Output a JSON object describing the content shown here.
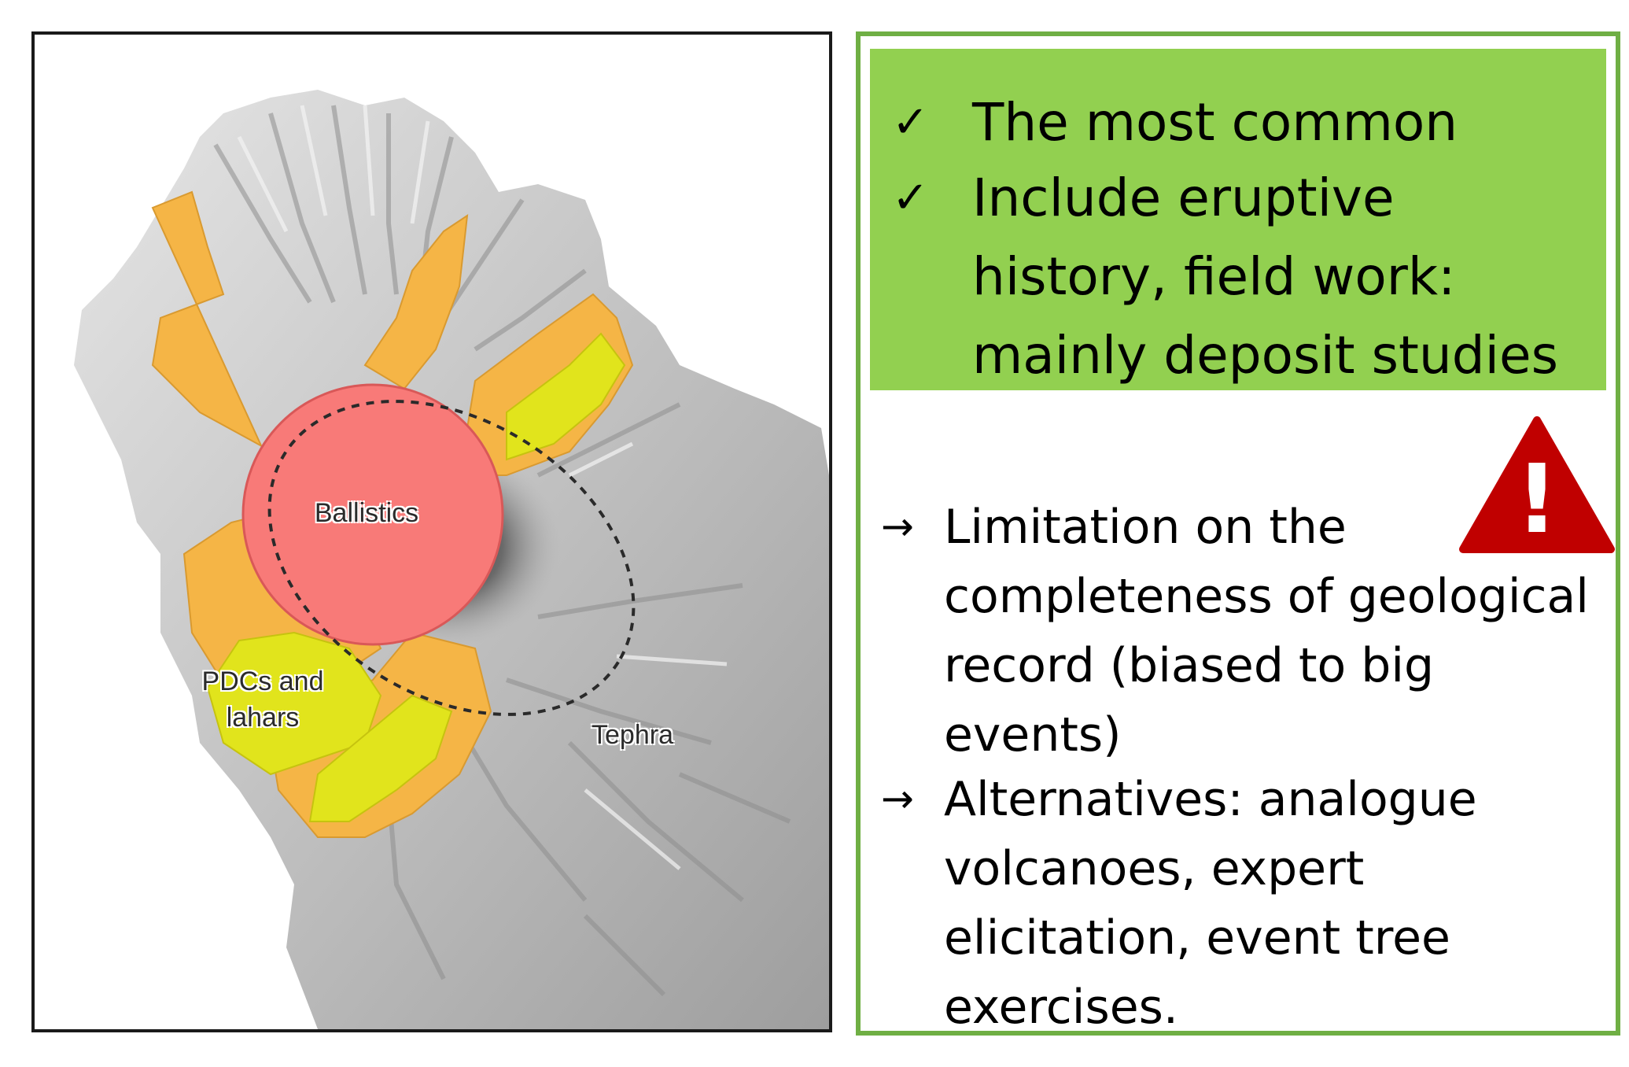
{
  "map": {
    "labels": {
      "ballistics": "Ballistics",
      "pdcs_line1": "PDCs and",
      "pdcs_line2": "lahars",
      "tephra": "Tephra"
    },
    "colors": {
      "ballistics_fill": "#f87a78",
      "pdc_orange": "#f5b546",
      "lahar_yellow": "#e1e41c",
      "terrain": "#c4c4c4"
    }
  },
  "panel": {
    "checklist": [
      {
        "icon": "check-icon",
        "mark": "✓",
        "lines": [
          "The most common"
        ]
      },
      {
        "icon": "check-icon",
        "mark": "✓",
        "lines": [
          "Include eruptive",
          "history, field work:",
          "mainly deposit studies"
        ]
      }
    ],
    "arrows": [
      {
        "icon": "arrow-right-icon",
        "mark": "→",
        "lines": [
          "Limitation on the",
          "completeness of geological",
          "record (biased to big events)"
        ]
      },
      {
        "icon": "arrow-right-icon",
        "mark": "→",
        "lines": [
          "Alternatives: analogue",
          "volcanoes, expert",
          "elicitation, event tree",
          "exercises."
        ]
      }
    ],
    "warning_icon": {
      "name": "warning-icon",
      "glyph": "!",
      "color": "#c00000"
    },
    "highlight_color": "#92d050",
    "border_color": "#6faf44"
  }
}
